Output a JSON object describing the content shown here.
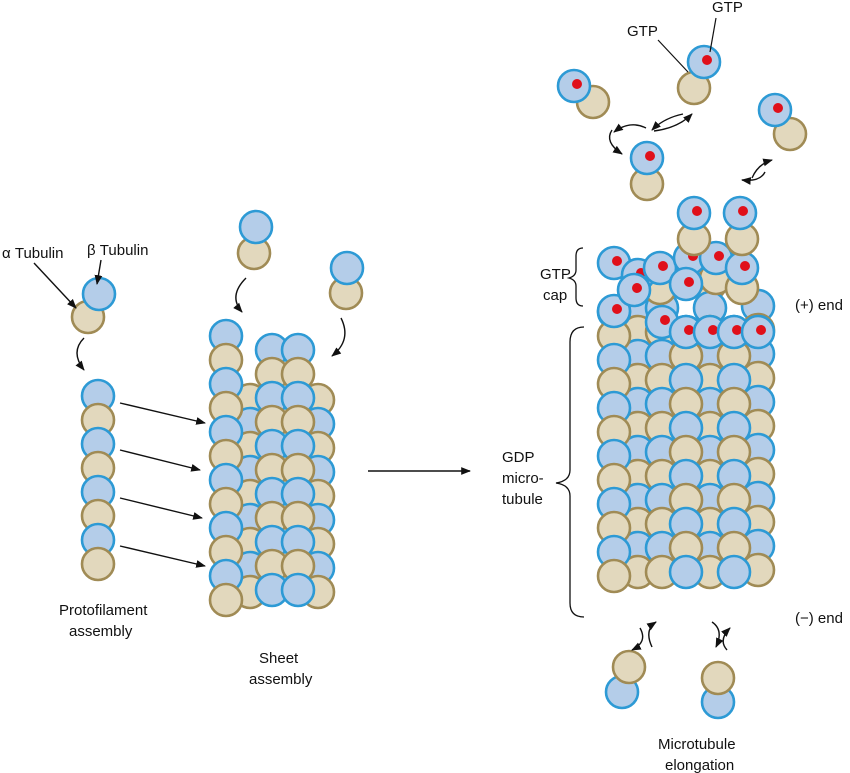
{
  "colors": {
    "alpha_fill": "#e2d8bd",
    "alpha_stroke": "#a08b55",
    "beta_fill": "#b4cde9",
    "beta_stroke": "#2d9ad5",
    "gtp_dot": "#e0101a",
    "arrow": "#111111"
  },
  "icons": [
    "alpha-tubulin-subunit",
    "beta-tubulin-subunit",
    "gtp-dot"
  ],
  "labels": {
    "alpha_tubulin": "α Tubulin",
    "beta_tubulin": "β Tubulin",
    "protofilament_line1": "Protofilament",
    "protofilament_line2": "assembly",
    "sheet_line1": "Sheet",
    "sheet_line2": "assembly",
    "gtp_top_left": "GTP",
    "gtp_top_right": "GTP",
    "gtp_cap_line1": "GTP",
    "gtp_cap_line2": "cap",
    "plus_end": "(+) end",
    "minus_end": "(−) end",
    "gdp_line1": "GDP",
    "gdp_line2": "micro-",
    "gdp_line3": "tubule",
    "elongation_line1": "Microtubule",
    "elongation_line2": "elongation"
  }
}
